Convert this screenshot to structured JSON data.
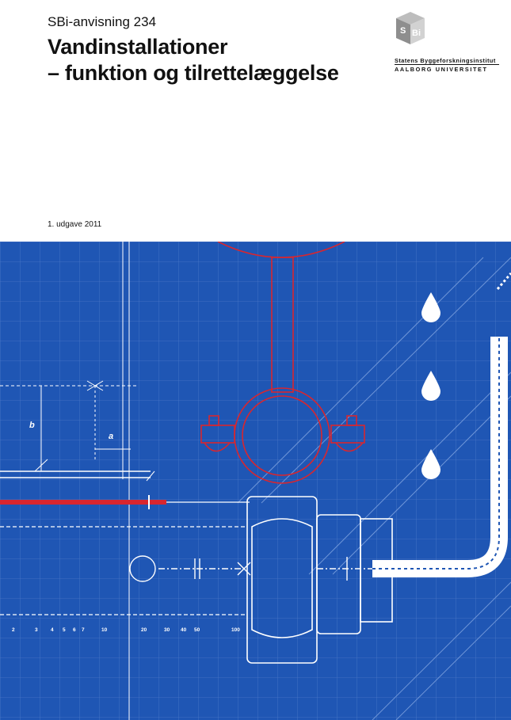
{
  "cover": {
    "series": "SBi-anvisning 234",
    "title_line1": "Vandinstallationer",
    "title_line2": "– funktion og tilrettelæggelse",
    "edition": "1. udgave 2011"
  },
  "publisher": {
    "logo_letters": "SBi",
    "institute": "Statens Byggeforskningsinstitut",
    "university": "AALBORG UNIVERSITET"
  },
  "illustration": {
    "dimension_a": "a",
    "dimension_b": "b",
    "ruler": [
      "2",
      "3",
      "4",
      "5",
      "6",
      "7",
      "10",
      "20",
      "30",
      "40",
      "50",
      "100"
    ],
    "colors": {
      "background": "#1f56b4",
      "lines": "#ffffff",
      "accent": "#d8262f"
    }
  }
}
